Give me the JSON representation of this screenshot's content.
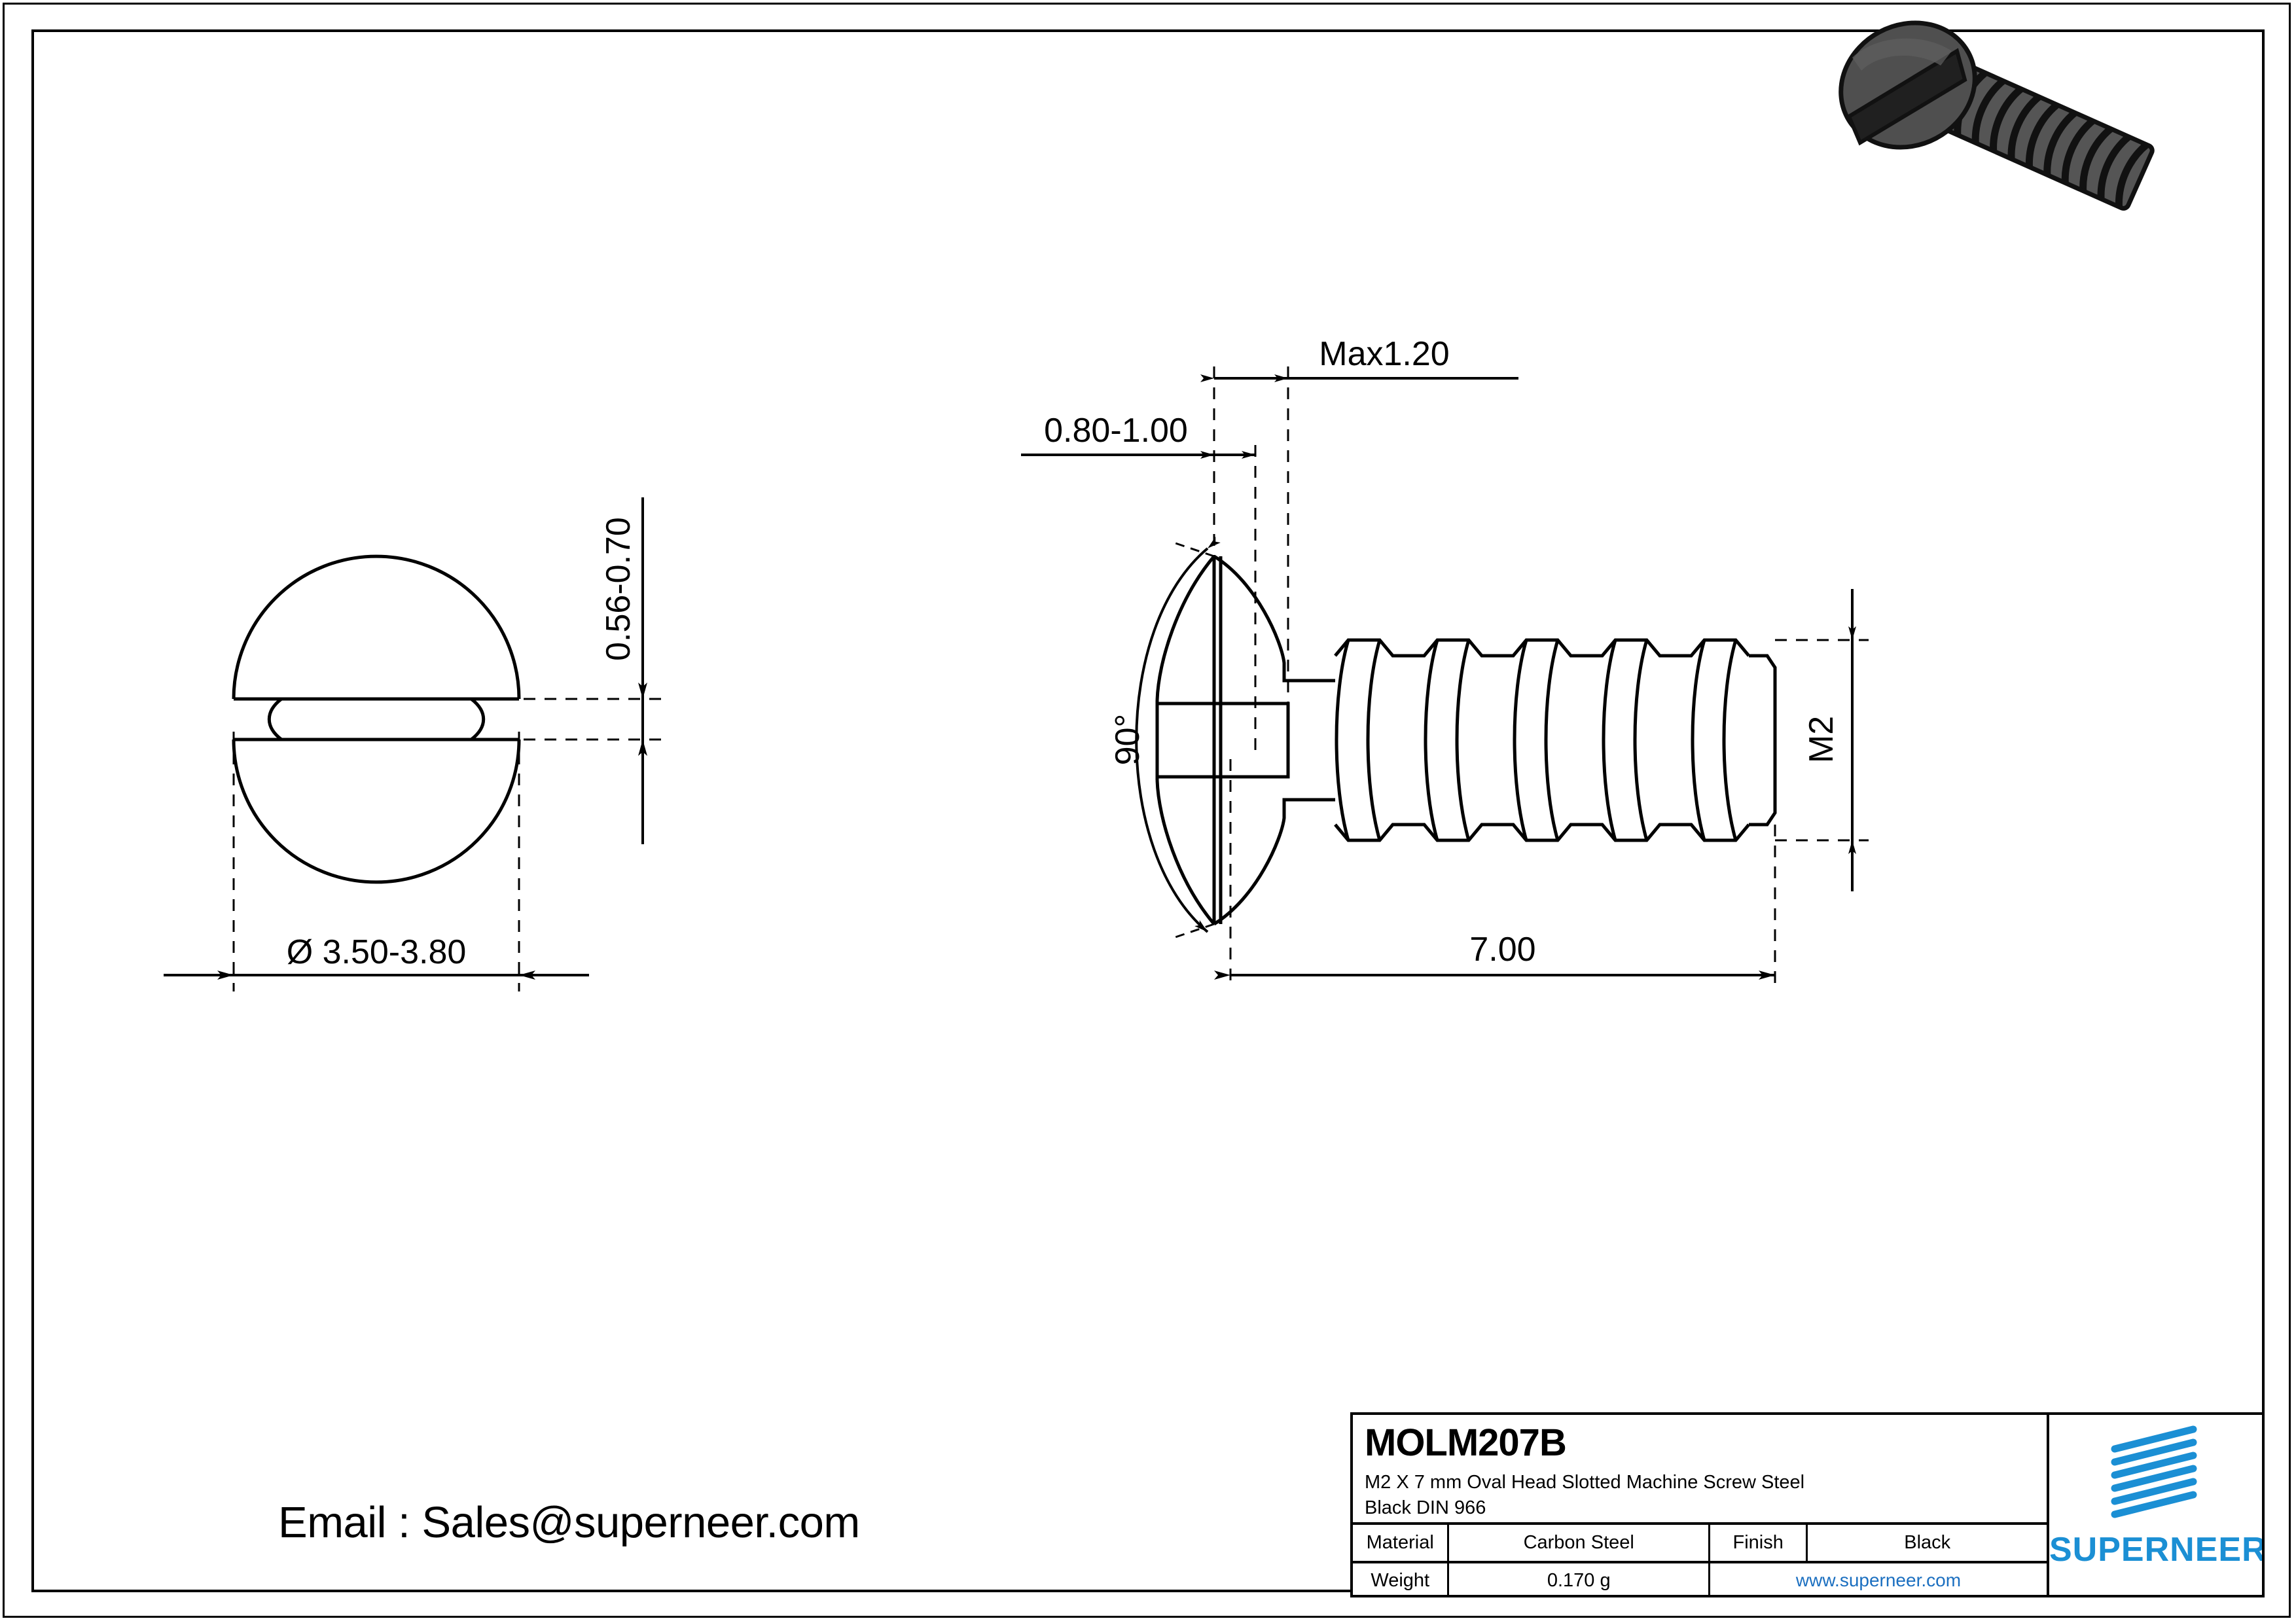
{
  "drawing": {
    "sheet_title": "MOLM207B",
    "head_view": {
      "diameter_dim": "Ø 3.50-3.80",
      "slot_width_dim": "0.56-0.70"
    },
    "side_view": {
      "head_height_dim": "Max1.20",
      "slot_depth_dim": "0.80-1.00",
      "head_angle_dim": "90°",
      "thread_size_dim": "M2",
      "length_dim": "7.00"
    }
  },
  "title_block": {
    "part_number": "MOLM207B",
    "description_line1": "M2 X 7 mm  Oval Head Slotted Machine Screw Steel",
    "description_line2": "Black DIN 966",
    "material_label": "Material",
    "material_value": "Carbon Steel",
    "finish_label": "Finish",
    "finish_value": "Black",
    "weight_label": "Weight",
    "weight_value": "0.170 g",
    "website": "www.superneer.com"
  },
  "logo": {
    "wordmark": "SUPERNEER",
    "color": "#1b8fd4"
  },
  "contact": {
    "email_line": "Email : Sales@superneer.com"
  },
  "colors": {
    "line": "#000000",
    "brand_blue": "#1b8fd4",
    "link_blue": "#1b6fc0",
    "render_dark": "#2b2b2b",
    "render_mid": "#4d4d4d",
    "render_light": "#666666"
  }
}
